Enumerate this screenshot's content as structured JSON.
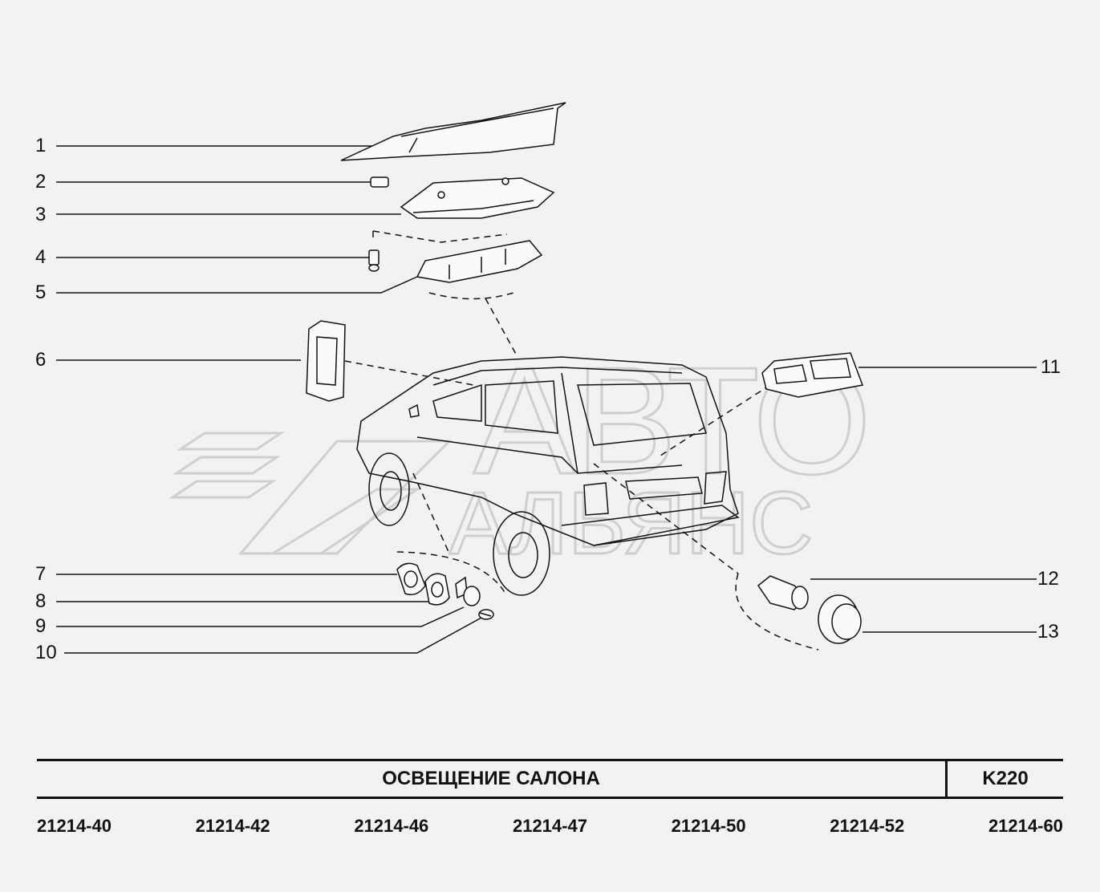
{
  "title": "ОСВЕЩЕНИЕ   САЛОНА",
  "code": "K220",
  "models": [
    "21214-40",
    "21214-42",
    "21214-46",
    "21214-47",
    "21214-50",
    "21214-52",
    "21214-60"
  ],
  "callouts": [
    "1",
    "2",
    "3",
    "4",
    "5",
    "6",
    "7",
    "8",
    "9",
    "10",
    "11",
    "12",
    "13"
  ],
  "watermark": {
    "line1": "АВТО",
    "line2": "АЛЬЯНС"
  },
  "colors": {
    "background": "#f2f2f2",
    "line": "#111111",
    "watermark": "#d9d9d9"
  }
}
